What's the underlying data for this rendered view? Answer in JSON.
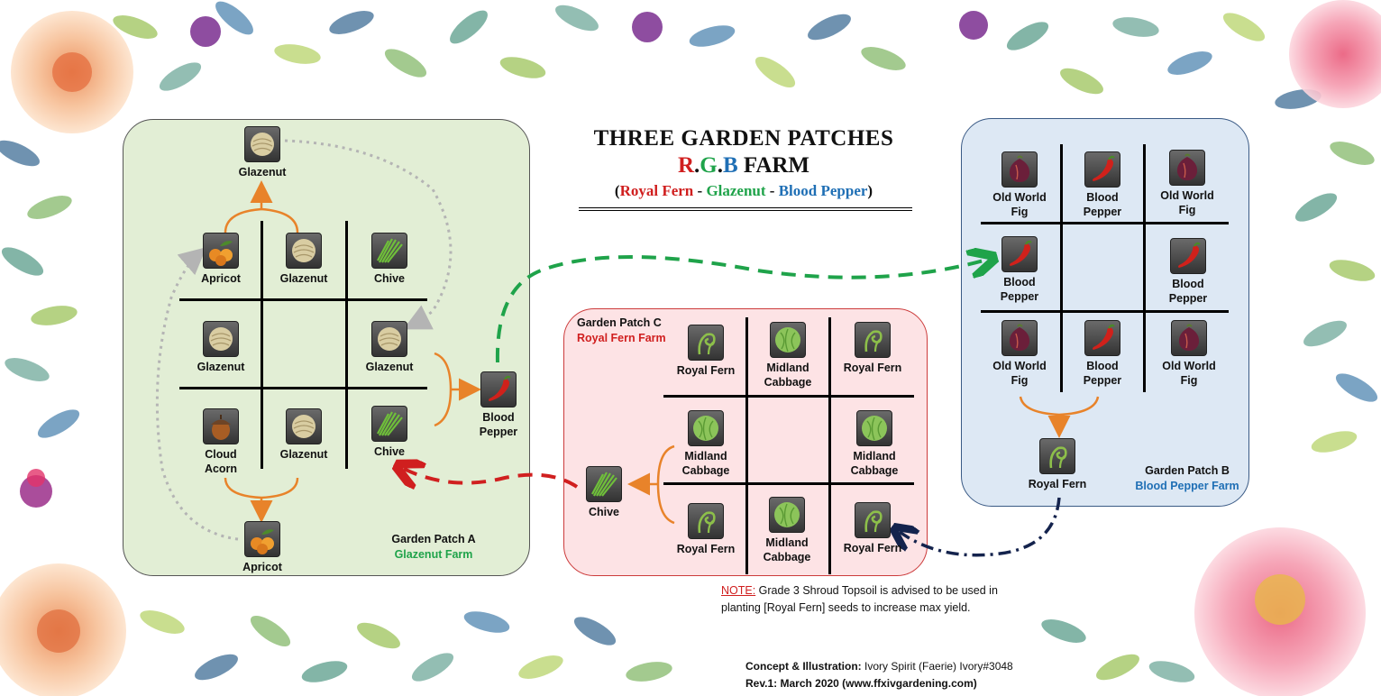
{
  "title": {
    "main": "THREE GARDEN PATCHES",
    "sub": {
      "r": "R",
      "dot1": ".",
      "g": "G",
      "dot2": ".",
      "b": "B",
      "farm": " FARM"
    },
    "crops": {
      "open": "(",
      "royal_fern": "Royal Fern",
      "sep1": " - ",
      "glazenut": "Glazenut",
      "sep2": " - ",
      "blood_pepper": "Blood Pepper",
      "close": ")"
    }
  },
  "colors": {
    "red": "#d01f1f",
    "green": "#1fa34a",
    "blue": "#1f6fb5",
    "orange": "#e8832a",
    "navy": "#14234d",
    "gray": "#b4b4b4"
  },
  "patch_a": {
    "name": "Garden Patch A",
    "farm": "Glazenut Farm",
    "grid": [
      {
        "label": "Apricot",
        "icon": "apricot-icon"
      },
      {
        "label": "Glazenut",
        "icon": "glazenut-icon"
      },
      {
        "label": "Chive",
        "icon": "chive-icon"
      },
      {
        "label": "Glazenut",
        "icon": "glazenut-icon"
      },
      {
        "label": "",
        "icon": ""
      },
      {
        "label": "Glazenut",
        "icon": "glazenut-icon"
      },
      {
        "label": "Cloud Acorn",
        "icon": "acorn-icon"
      },
      {
        "label": "Glazenut",
        "icon": "glazenut-icon"
      },
      {
        "label": "Chive",
        "icon": "chive-icon"
      }
    ],
    "top_output": "Glazenut",
    "bottom_output": "Apricot",
    "right_output": "Blood Pepper"
  },
  "patch_c": {
    "name": "Garden Patch C",
    "farm": "Royal Fern Farm",
    "grid": [
      {
        "label": "Royal Fern",
        "icon": "fern-icon"
      },
      {
        "label": "Midland Cabbage",
        "icon": "cabbage-icon"
      },
      {
        "label": "Royal Fern",
        "icon": "fern-icon"
      },
      {
        "label": "Midland Cabbage",
        "icon": "cabbage-icon"
      },
      {
        "label": "",
        "icon": ""
      },
      {
        "label": "Midland Cabbage",
        "icon": "cabbage-icon"
      },
      {
        "label": "Royal Fern",
        "icon": "fern-icon"
      },
      {
        "label": "Midland Cabbage",
        "icon": "cabbage-icon"
      },
      {
        "label": "Royal Fern",
        "icon": "fern-icon"
      }
    ],
    "left_output": "Chive"
  },
  "patch_b": {
    "name": "Garden Patch B",
    "farm": "Blood Pepper Farm",
    "grid": [
      {
        "label": "Old World Fig",
        "icon": "fig-icon"
      },
      {
        "label": "Blood Pepper",
        "icon": "pepper-icon"
      },
      {
        "label": "Old World Fig",
        "icon": "fig-icon"
      },
      {
        "label": "Blood Pepper",
        "icon": "pepper-icon"
      },
      {
        "label": "",
        "icon": ""
      },
      {
        "label": "Blood Pepper",
        "icon": "pepper-icon"
      },
      {
        "label": "Old World Fig",
        "icon": "fig-icon"
      },
      {
        "label": "Blood Pepper",
        "icon": "pepper-icon"
      },
      {
        "label": "Old World Fig",
        "icon": "fig-icon"
      }
    ],
    "bottom_output": "Royal Fern"
  },
  "note": {
    "head": "NOTE:",
    "text": " Grade 3 Shroud Topsoil is advised to be used in planting [Royal Fern] seeds to increase max yield."
  },
  "credits": {
    "line1_label": "Concept & Illustration:",
    "line1_text": " Ivory Spirit (Faerie) Ivory#3048",
    "line2_label": "Rev.1:",
    "line2_text": " March 2020 (www.ffxivgardening.com)"
  }
}
